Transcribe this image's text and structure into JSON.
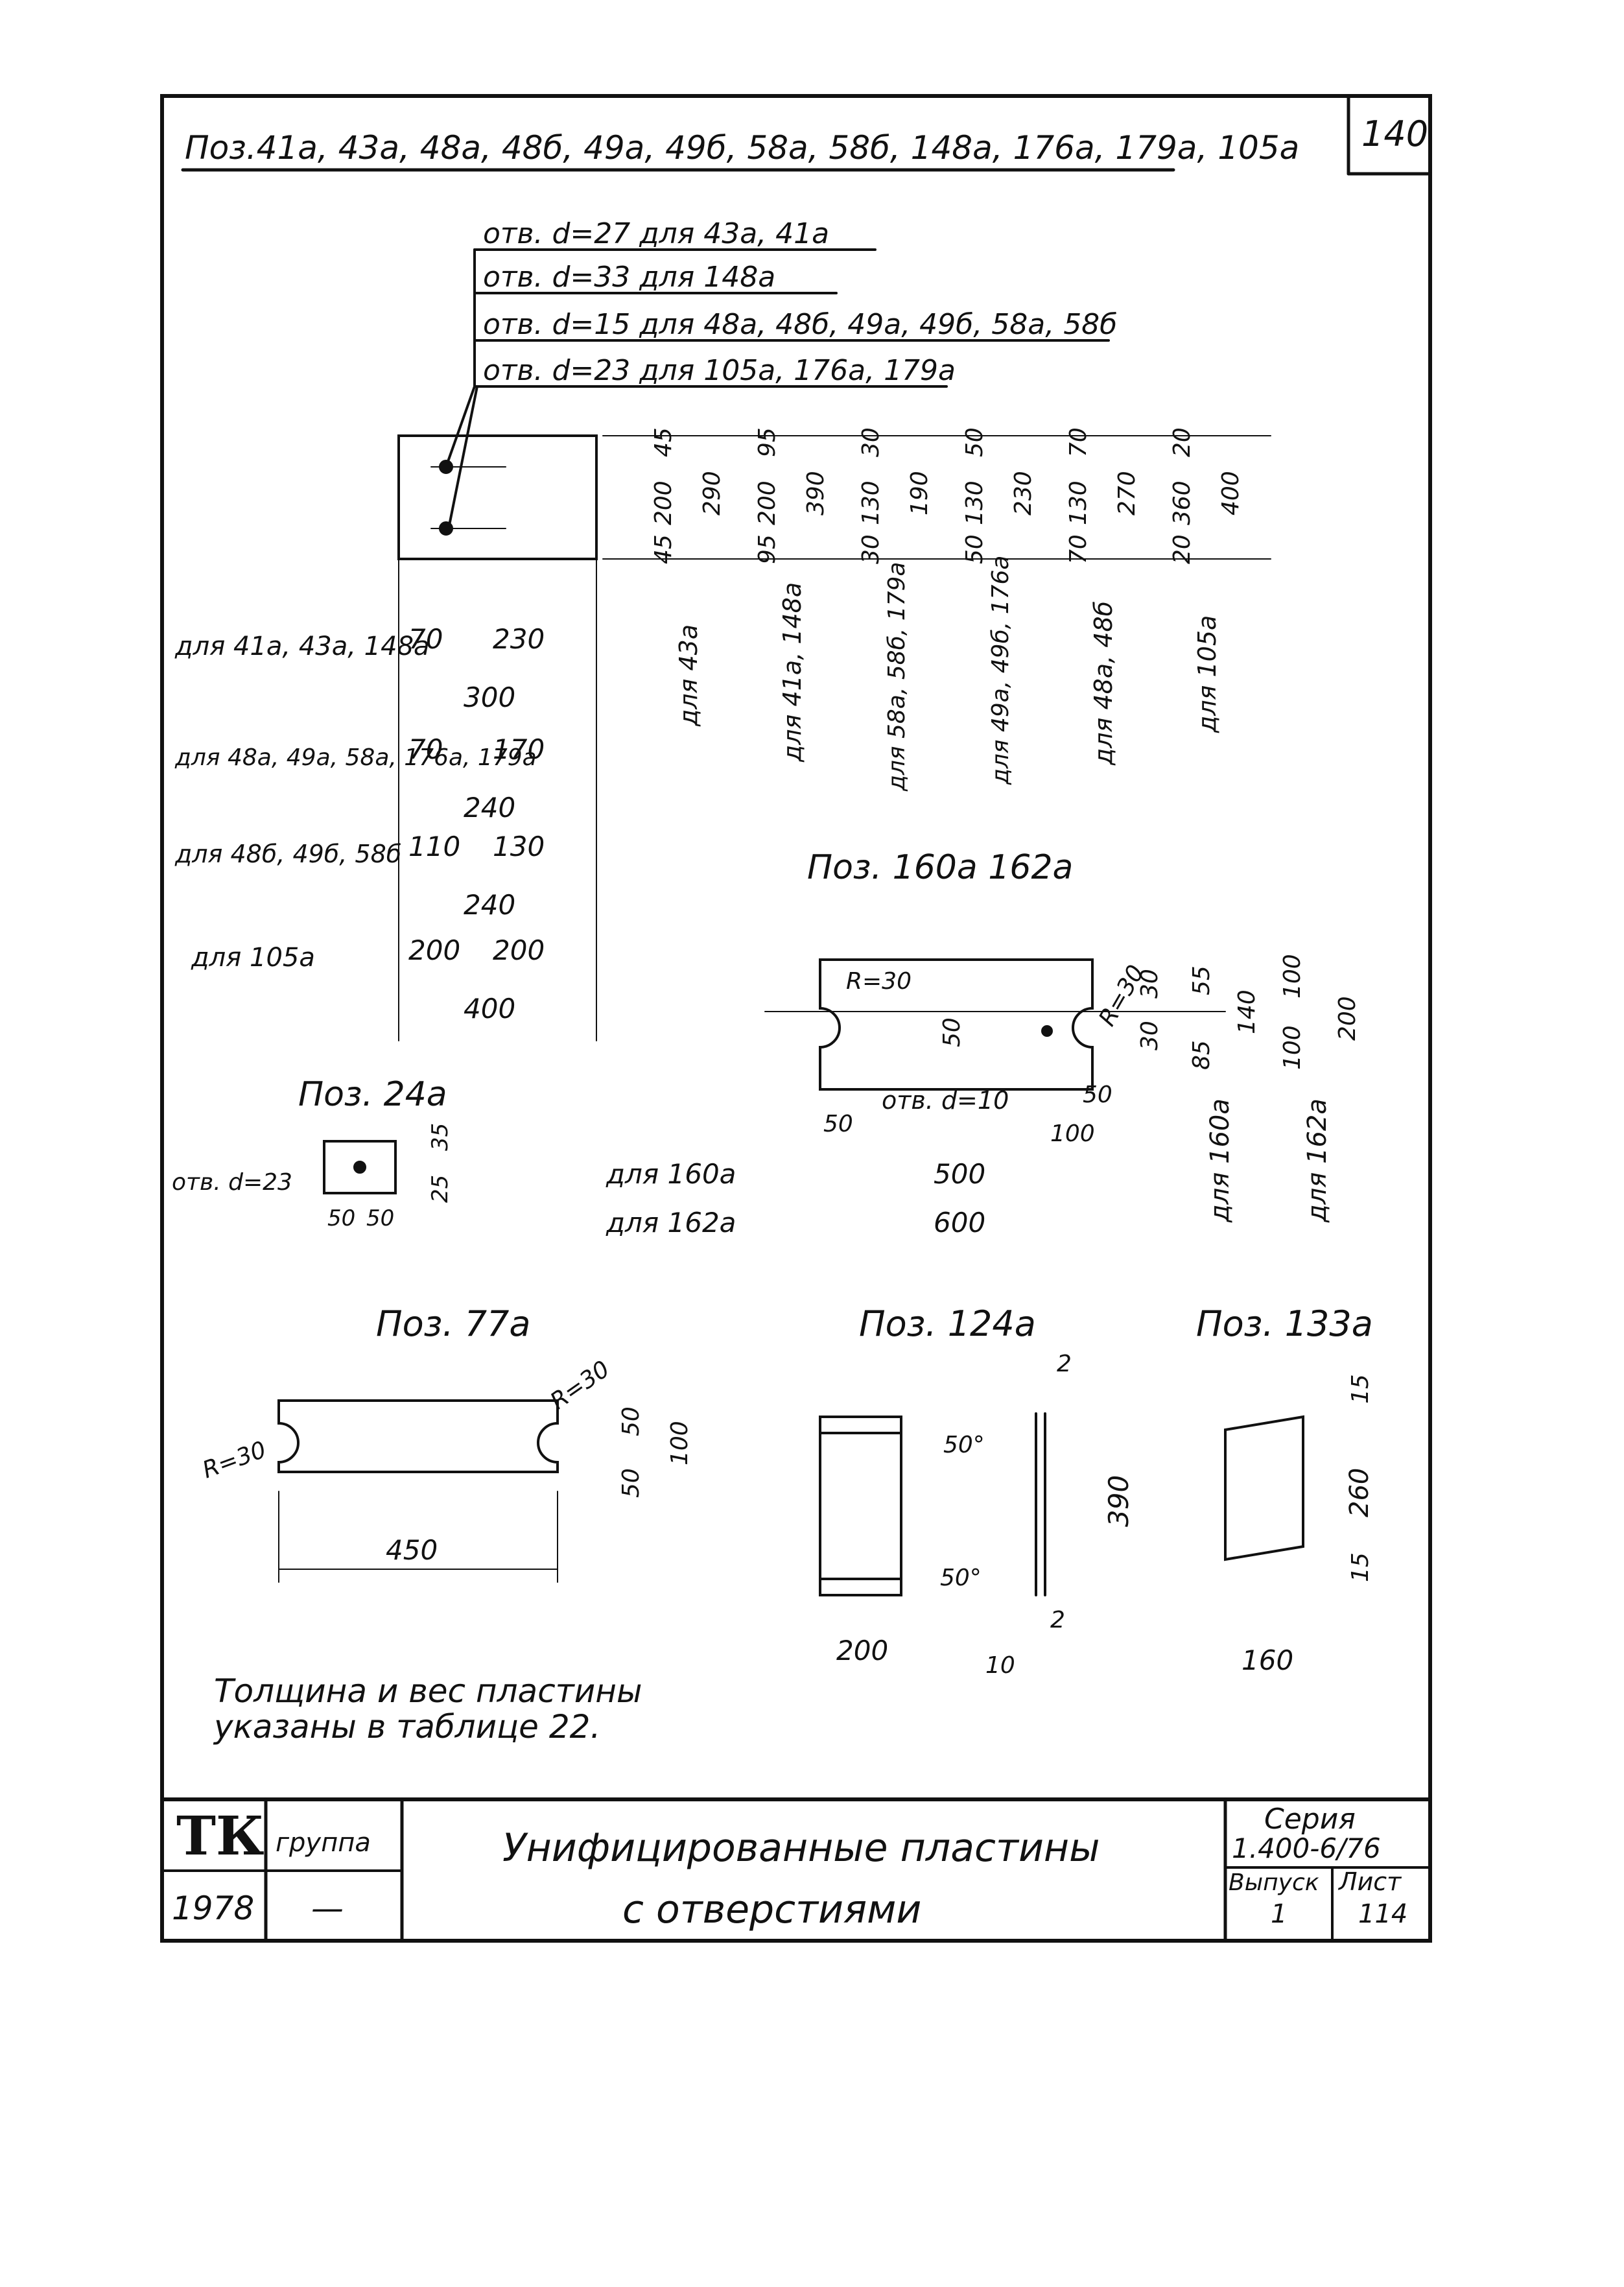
{
  "header": {
    "positions": "Поз.41а, 43а, 48а, 48б, 49а, 49б, 58а, 58б, 148а, 176а, 179а, 105а",
    "page_number": "140"
  },
  "holes": [
    "отв. d=27 для 43а, 41а",
    "отв. d=33 для 148а",
    "отв. d=15 для 48а, 48б, 49а, 49б, 58а, 58б",
    "отв. d=23 для 105а, 176а, 179а"
  ],
  "vertical_dims": [
    {
      "top": "45",
      "mid": "200",
      "bot": "45",
      "total": "290",
      "label": "для 43а"
    },
    {
      "top": "95",
      "mid": "200",
      "bot": "95",
      "total": "390",
      "label": "для 41а, 148а"
    },
    {
      "top": "30",
      "mid": "130",
      "bot": "30",
      "total": "190",
      "label": "для 58а, 58б, 179а"
    },
    {
      "top": "50",
      "mid": "130",
      "bot": "50",
      "total": "230",
      "label": "для 49а, 49б, 176а"
    },
    {
      "top": "70",
      "mid": "130",
      "bot": "70",
      "total": "270",
      "label": "для 48а, 48б"
    },
    {
      "top": "20",
      "mid": "360",
      "bot": "20",
      "total": "400",
      "label": "для 105а"
    }
  ],
  "horizontal_dims": [
    {
      "label": "для 41а, 43а, 148а",
      "a": "70",
      "b": "230",
      "total": "300"
    },
    {
      "label": "для 48а, 49а, 58а, 176а, 179а",
      "a": "70",
      "b": "170",
      "total": "240"
    },
    {
      "label": "для 48б, 49б, 58б",
      "a": "110",
      "b": "130",
      "total": "240"
    },
    {
      "label": "для 105а",
      "a": "200",
      "b": "200",
      "total": "400"
    }
  ],
  "pos160": {
    "title": "Поз. 160а 162а",
    "radius": "R=30",
    "radius_right": "R=30",
    "d30a": "30",
    "d30b": "30",
    "d55": "55",
    "d85": "85",
    "d140": "140",
    "d100a": "100",
    "d100b": "100",
    "d200": "200",
    "d50_left": "50",
    "d50_side": "50",
    "d50_right": "50",
    "d100_bottom": "100",
    "hole": "отв. d=10",
    "label_160": "для 160а",
    "label_162": "для 162а",
    "len_160": "500",
    "len_162": "600",
    "vlabel_160": "для 160а",
    "vlabel_162": "для 162а"
  },
  "pos24": {
    "title": "Поз. 24а",
    "hole": "отв. d=23",
    "d35": "35",
    "d25": "25",
    "d50a": "50",
    "d50b": "50"
  },
  "pos77": {
    "title": "Поз. 77а",
    "r_right": "R=30",
    "r_left": "R=30",
    "d50a": "50",
    "d50b": "50",
    "d100": "100",
    "len": "450"
  },
  "pos124": {
    "title": "Поз. 124а",
    "d2_top": "2",
    "d2_bot": "2",
    "d50_top": "50°",
    "d50_bot": "50°",
    "d390": "390",
    "d200": "200",
    "d10": "10"
  },
  "pos133": {
    "title": "Поз. 133а",
    "d15a": "15",
    "d260": "260",
    "d15b": "15",
    "d160": "160"
  },
  "note": {
    "line1": "Толщина и вес пластины",
    "line2": "указаны в таблице 22."
  },
  "title_block": {
    "logo": "ТК",
    "group_label": "группа",
    "group_value": "—",
    "year": "1978",
    "title_line1": "Унифицированные пластины",
    "title_line2": "с отверстиями",
    "series_label": "Серия",
    "series_value": "1.400-6/76",
    "issue_label": "Выпуск",
    "issue_value": "1",
    "sheet_label": "Лист",
    "sheet_value": "114"
  }
}
